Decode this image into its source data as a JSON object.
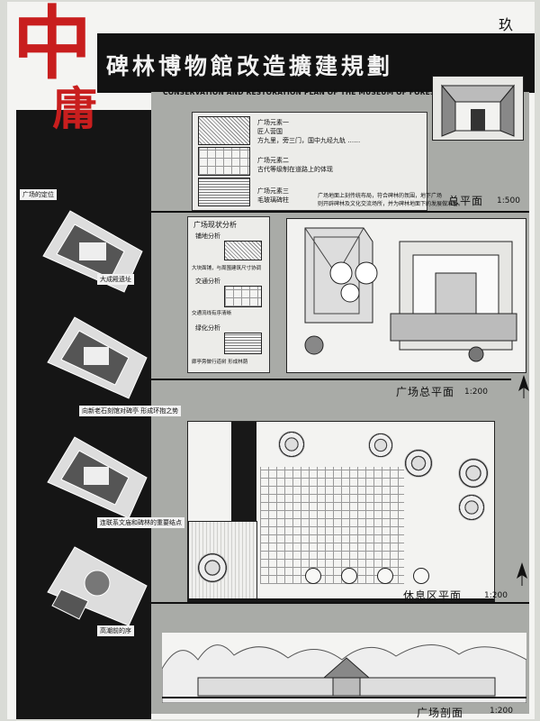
{
  "brand": {
    "big_char_1": "中",
    "big_char_2": "庸"
  },
  "number": "玖",
  "title": "碑林博物館改造擴建規劃",
  "subtitle": "CONSERVATION AND RESTORATION PLAN OF THE MUSEUM OF FOREST OF STELES",
  "elements": [
    {
      "label": "广场元素一",
      "lines": [
        "匠人营国",
        "方九里，旁三门，国中九经九轨 ……"
      ]
    },
    {
      "label": "广场元素二",
      "lines": [
        "古代等级制在道路上的体现"
      ]
    },
    {
      "label": "广场元素三",
      "lines": [
        "毛玻璃碑柱"
      ]
    }
  ],
  "note_lines": [
    "广场地面上刻传统布局，符合碑林的氛围，地下广场",
    "则开辟碑林及文化交流场所，并为碑林地面下的发展做准备。"
  ],
  "master_plan": {
    "title": "总平面",
    "scale": "1:500"
  },
  "left": {
    "header": "广场的定位",
    "captions": [
      "大成殿遗址",
      "向新老石刻馆对碑亭 形成环抱之势",
      "连联系文庙和碑林的重要结点",
      "高潮前的序"
    ]
  },
  "analysis": {
    "title": "广场现状分析",
    "items": [
      {
        "label": "铺地分析",
        "note": "大块面铺，与周围建筑尺寸协调"
      },
      {
        "label": "交通分析",
        "note": "交通流线有序清晰"
      },
      {
        "label": "绿化分析",
        "note": "廊亭旁做行道树 形成林荫"
      }
    ]
  },
  "plaza_plan": {
    "title": "广场总平面",
    "scale": "1:200"
  },
  "rest_plan": {
    "title": "休息区平面",
    "scale": "1:200"
  },
  "section": {
    "title": "广场剖面",
    "scale": "1:200"
  }
}
